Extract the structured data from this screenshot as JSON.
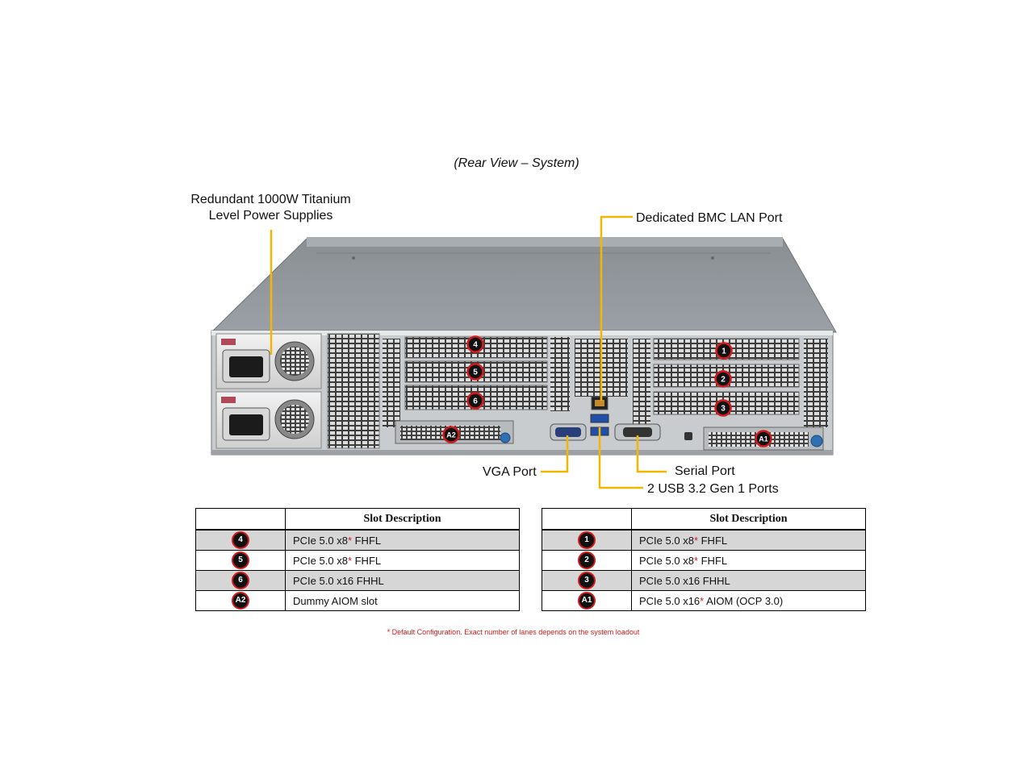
{
  "title": "(Rear View – System)",
  "callouts": {
    "psu_line1": "Redundant  1000W Titanium",
    "psu_line2": "Level Power Supplies",
    "bmc": "Dedicated BMC LAN Port",
    "vga": "VGA Port",
    "serial": "Serial Port",
    "usb": "2 USB 3.2 Gen 1 Ports"
  },
  "slot_badges": [
    "4",
    "5",
    "6",
    "A2",
    "1",
    "2",
    "3",
    "A1"
  ],
  "colors": {
    "callout_line": "#f2b705",
    "badge_ring": "#d41a1a",
    "badge_fill": "#111111",
    "row_shade": "#d6d6d6",
    "footnote": "#d41a1a"
  },
  "left_table": {
    "header": "Slot Description",
    "rows": [
      {
        "id": "4",
        "desc": "PCIe 5.0 x8",
        "star": "*",
        "suffix": " FHFL"
      },
      {
        "id": "5",
        "desc": "PCIe 5.0 x8",
        "star": "*",
        "suffix": " FHFL"
      },
      {
        "id": "6",
        "desc": "PCIe 5.0 x16 FHHL",
        "star": "",
        "suffix": ""
      },
      {
        "id": "A2",
        "desc": "Dummy AIOM slot",
        "star": "",
        "suffix": ""
      }
    ]
  },
  "right_table": {
    "header": "Slot Description",
    "rows": [
      {
        "id": "1",
        "desc": "PCIe 5.0 x8",
        "star": "*",
        "suffix": " FHFL"
      },
      {
        "id": "2",
        "desc": "PCIe 5.0 x8",
        "star": "*",
        "suffix": " FHFL"
      },
      {
        "id": "3",
        "desc": "PCIe 5.0 x16 FHHL",
        "star": "",
        "suffix": ""
      },
      {
        "id": "A1",
        "desc": "PCIe 5.0 x16",
        "star": "*",
        "suffix": " AIOM (OCP 3.0)"
      }
    ]
  },
  "footnote": "* Default Configuration. Exact number of lanes depends on the system loadout"
}
